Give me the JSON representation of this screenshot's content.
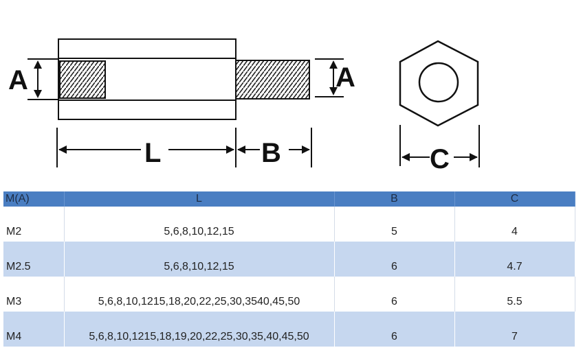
{
  "diagram": {
    "labels": {
      "a_left": "A",
      "a_right": "A",
      "l": "L",
      "b": "B",
      "c": "C"
    },
    "icons": [
      "standoff-side-view",
      "hex-nut-top-view"
    ]
  },
  "table": {
    "headers": [
      "M(A)",
      "L",
      "B",
      "C"
    ],
    "rows": [
      [
        "M2",
        "5,6,8,10,12,15",
        "5",
        "4"
      ],
      [
        "M2.5",
        "5,6,8,10,12,15",
        "6",
        "4.7"
      ],
      [
        "M3",
        "5,6,8,10,1215,18,20,22,25,30,3540,45,50",
        "6",
        "5.5"
      ],
      [
        "M4",
        "5,6,8,10,1215,18,19,20,22,25,30,35,40,45,50",
        "6",
        "7"
      ]
    ],
    "colors": {
      "header": "#4a7ec2",
      "stripe": "#c6d7ef"
    }
  }
}
